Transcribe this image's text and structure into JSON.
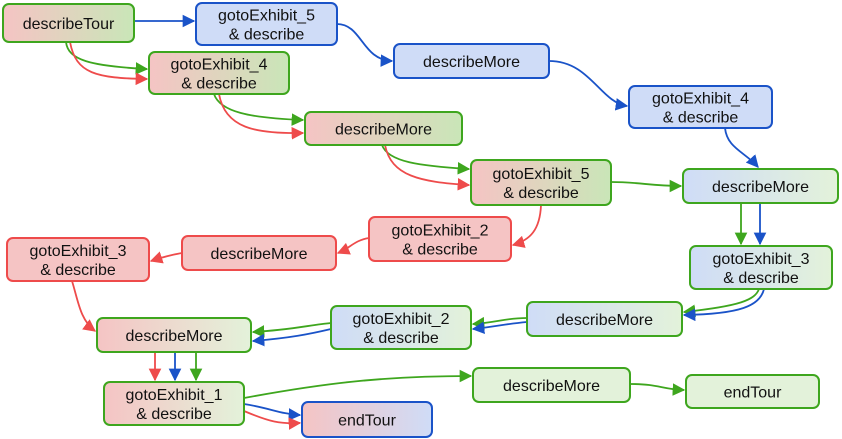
{
  "colors": {
    "red": "#ee4b4b",
    "green": "#3ea61e",
    "blue": "#1a53c8",
    "fill_red": "#f5c4c4",
    "fill_green": "#c9e6b8",
    "fill_green_light": "#e3f2da",
    "fill_blue": "#cfdcf7"
  },
  "nodes": [
    {
      "id": "describeTour",
      "lines": [
        "describeTour"
      ],
      "fill": [
        "fill_red",
        "fill_green"
      ],
      "stroke": "green"
    },
    {
      "id": "g5a",
      "lines": [
        "gotoExhibit_5",
        "& describe"
      ],
      "fill": [
        "fill_blue",
        "fill_blue"
      ],
      "stroke": "blue"
    },
    {
      "id": "g4a",
      "lines": [
        "gotoExhibit_4",
        "& describe"
      ],
      "fill": [
        "fill_red",
        "fill_green"
      ],
      "stroke": "green"
    },
    {
      "id": "dmBlue1",
      "lines": [
        "describeMore"
      ],
      "fill": [
        "fill_blue",
        "fill_blue"
      ],
      "stroke": "blue"
    },
    {
      "id": "g4b",
      "lines": [
        "gotoExhibit_4",
        "& describe"
      ],
      "fill": [
        "fill_blue",
        "fill_blue"
      ],
      "stroke": "blue"
    },
    {
      "id": "dmA",
      "lines": [
        "describeMore"
      ],
      "fill": [
        "fill_red",
        "fill_green"
      ],
      "stroke": "green"
    },
    {
      "id": "g5b",
      "lines": [
        "gotoExhibit_5",
        "& describe"
      ],
      "fill": [
        "fill_red",
        "fill_green"
      ],
      "stroke": "green"
    },
    {
      "id": "dmB",
      "lines": [
        "describeMore"
      ],
      "fill": [
        "fill_blue",
        "fill_green_light"
      ],
      "stroke": "green"
    },
    {
      "id": "g2a",
      "lines": [
        "gotoExhibit_2",
        "& describe"
      ],
      "fill": [
        "fill_red",
        "fill_red"
      ],
      "stroke": "red"
    },
    {
      "id": "dmRed",
      "lines": [
        "describeMore"
      ],
      "fill": [
        "fill_red",
        "fill_red"
      ],
      "stroke": "red"
    },
    {
      "id": "g3a",
      "lines": [
        "gotoExhibit_3",
        "& describe"
      ],
      "fill": [
        "fill_red",
        "fill_red"
      ],
      "stroke": "red"
    },
    {
      "id": "g3b",
      "lines": [
        "gotoExhibit_3",
        "& describe"
      ],
      "fill": [
        "fill_blue",
        "fill_green_light"
      ],
      "stroke": "green"
    },
    {
      "id": "dmC",
      "lines": [
        "describeMore"
      ],
      "fill": [
        "fill_blue",
        "fill_green_light"
      ],
      "stroke": "green"
    },
    {
      "id": "g2b",
      "lines": [
        "gotoExhibit_2",
        "& describe"
      ],
      "fill": [
        "fill_blue",
        "fill_green_light"
      ],
      "stroke": "green"
    },
    {
      "id": "dmD",
      "lines": [
        "describeMore"
      ],
      "fill": [
        "fill_red",
        "fill_green_light"
      ],
      "stroke": "green"
    },
    {
      "id": "g1",
      "lines": [
        "gotoExhibit_1",
        "& describe"
      ],
      "fill": [
        "fill_red",
        "fill_green_light"
      ],
      "stroke": "green"
    },
    {
      "id": "dmE",
      "lines": [
        "describeMore"
      ],
      "fill": [
        "fill_green_light",
        "fill_green_light"
      ],
      "stroke": "green"
    },
    {
      "id": "endTour1",
      "lines": [
        "endTour"
      ],
      "fill": [
        "fill_red",
        "fill_blue"
      ],
      "stroke": "blue"
    },
    {
      "id": "endTour2",
      "lines": [
        "endTour"
      ],
      "fill": [
        "fill_green_light",
        "fill_green_light"
      ],
      "stroke": "green"
    }
  ],
  "edges": [
    {
      "from": "describeTour",
      "to": "g5a",
      "color": "blue"
    },
    {
      "from": "describeTour",
      "to": "g4a",
      "color": "green"
    },
    {
      "from": "describeTour",
      "to": "g4a",
      "color": "red"
    },
    {
      "from": "g5a",
      "to": "dmBlue1",
      "color": "blue"
    },
    {
      "from": "dmBlue1",
      "to": "g4b",
      "color": "blue"
    },
    {
      "from": "g4b",
      "to": "dmB",
      "color": "blue"
    },
    {
      "from": "g4a",
      "to": "dmA",
      "color": "green"
    },
    {
      "from": "g4a",
      "to": "dmA",
      "color": "red"
    },
    {
      "from": "dmA",
      "to": "g5b",
      "color": "green"
    },
    {
      "from": "dmA",
      "to": "g5b",
      "color": "red"
    },
    {
      "from": "g5b",
      "to": "dmB",
      "color": "green"
    },
    {
      "from": "g5b",
      "to": "g2a",
      "color": "red"
    },
    {
      "from": "g2a",
      "to": "dmRed",
      "color": "red"
    },
    {
      "from": "dmRed",
      "to": "g3a",
      "color": "red"
    },
    {
      "from": "g3a",
      "to": "dmD",
      "color": "red"
    },
    {
      "from": "dmB",
      "to": "g3b",
      "color": "green"
    },
    {
      "from": "dmB",
      "to": "g3b",
      "color": "blue"
    },
    {
      "from": "g3b",
      "to": "dmC",
      "color": "green"
    },
    {
      "from": "g3b",
      "to": "dmC",
      "color": "blue"
    },
    {
      "from": "dmC",
      "to": "g2b",
      "color": "green"
    },
    {
      "from": "dmC",
      "to": "g2b",
      "color": "blue"
    },
    {
      "from": "g2b",
      "to": "dmD",
      "color": "green"
    },
    {
      "from": "g2b",
      "to": "dmD",
      "color": "blue"
    },
    {
      "from": "dmD",
      "to": "g1",
      "color": "red"
    },
    {
      "from": "dmD",
      "to": "g1",
      "color": "blue"
    },
    {
      "from": "dmD",
      "to": "g1",
      "color": "green"
    },
    {
      "from": "g1",
      "to": "dmE",
      "color": "green"
    },
    {
      "from": "g1",
      "to": "endTour1",
      "color": "blue"
    },
    {
      "from": "g1",
      "to": "endTour1",
      "color": "red"
    },
    {
      "from": "dmE",
      "to": "endTour2",
      "color": "green"
    }
  ]
}
